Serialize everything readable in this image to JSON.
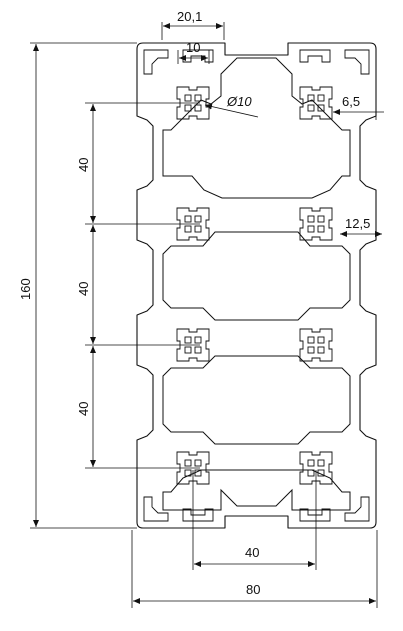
{
  "drawing": {
    "dim_top_outer": "20,1",
    "dim_top_inner": "10",
    "dim_hole": "Ø10",
    "dim_right_upper": "6,5",
    "dim_right_lower": "12,5",
    "dim_height": "160",
    "dim_pitch_1": "40",
    "dim_pitch_2": "40",
    "dim_pitch_3": "40",
    "dim_bottom_inner": "40",
    "dim_bottom_outer": "80"
  }
}
